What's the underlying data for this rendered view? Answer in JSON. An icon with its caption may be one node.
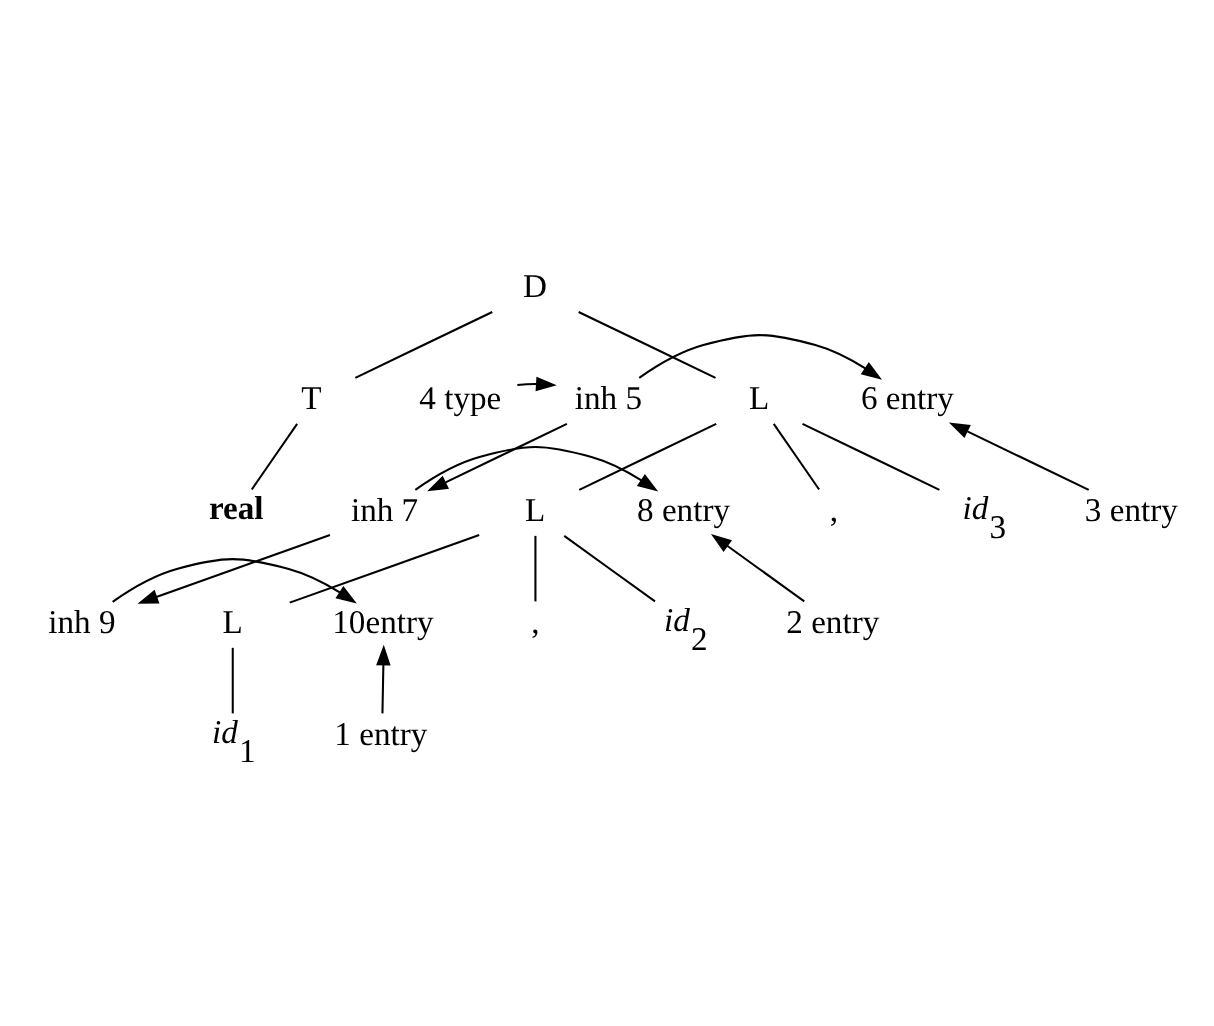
{
  "diagram": {
    "nodes": [
      {
        "text": [
          "D"
        ]
      },
      {
        "text": [
          "T"
        ]
      },
      {
        "text": [
          "4 type"
        ]
      },
      {
        "text": [
          "inh 5"
        ]
      },
      {
        "text": [
          "L"
        ]
      },
      {
        "text": [
          "6 entry"
        ]
      },
      {
        "text": [
          "real"
        ]
      },
      {
        "text": [
          "inh 7"
        ]
      },
      {
        "text": [
          "L"
        ]
      },
      {
        "text": [
          "8 entry"
        ]
      },
      {
        "text": [
          ","
        ]
      },
      {
        "text": [
          "*id*$_{3}$"
        ]
      },
      {
        "text": [
          "3 entry"
        ]
      },
      {
        "text": [
          "inh 9"
        ]
      },
      {
        "text": [
          "L"
        ]
      },
      {
        "text": [
          "10entry"
        ]
      },
      {
        "text": [
          ","
        ]
      },
      {
        "text": [
          "*id*$_{2}$"
        ]
      },
      {
        "text": [
          "2 entry"
        ]
      },
      {
        "text": [
          "*id*$_{1}$"
        ]
      },
      {
        "text": [
          "1 entry"
        ]
      }
    ],
    "edges": [
      {
        "from": 0,
        "to": 1,
        "arrow": "none"
      },
      {
        "from": 0,
        "to": 4,
        "arrow": "none"
      },
      {
        "from": 1,
        "to": 6,
        "arrow": "none"
      },
      {
        "from": 4,
        "to": 8,
        "arrow": "none"
      },
      {
        "from": 4,
        "to": 10,
        "arrow": "none"
      },
      {
        "from": 4,
        "to": 11,
        "arrow": "none"
      },
      {
        "from": 8,
        "to": 14,
        "arrow": "none"
      },
      {
        "from": 8,
        "to": 16,
        "arrow": "none"
      },
      {
        "from": 8,
        "to": 17,
        "arrow": "none"
      },
      {
        "from": 14,
        "to": 19,
        "arrow": "none"
      },
      {
        "from": 2,
        "to": 3,
        "arrow": "to"
      },
      {
        "from": 3,
        "to": 7,
        "arrow": "to"
      },
      {
        "from": 3,
        "to": 5,
        "arrow": "to"
      },
      {
        "from": 12,
        "to": 5,
        "arrow": "to"
      },
      {
        "from": 7,
        "to": 13,
        "arrow": "to"
      },
      {
        "from": 7,
        "to": 9,
        "arrow": "to"
      },
      {
        "from": 18,
        "to": 9,
        "arrow": "to"
      },
      {
        "from": 13,
        "to": 15,
        "arrow": "to"
      },
      {
        "from": 20,
        "to": 15,
        "arrow": "to"
      }
    ]
  }
}
